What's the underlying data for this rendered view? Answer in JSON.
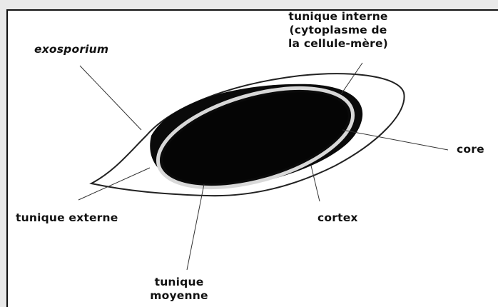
{
  "labels": {
    "exosporium": "exosporium",
    "tunique_interne": [
      "tunique interne",
      "(cytoplasme de",
      "la cellule-mère)"
    ],
    "core": "core",
    "tunique_externe": "tunique externe",
    "cortex": "cortex",
    "tunique_moyenne": [
      "tunique",
      "moyenne"
    ]
  }
}
